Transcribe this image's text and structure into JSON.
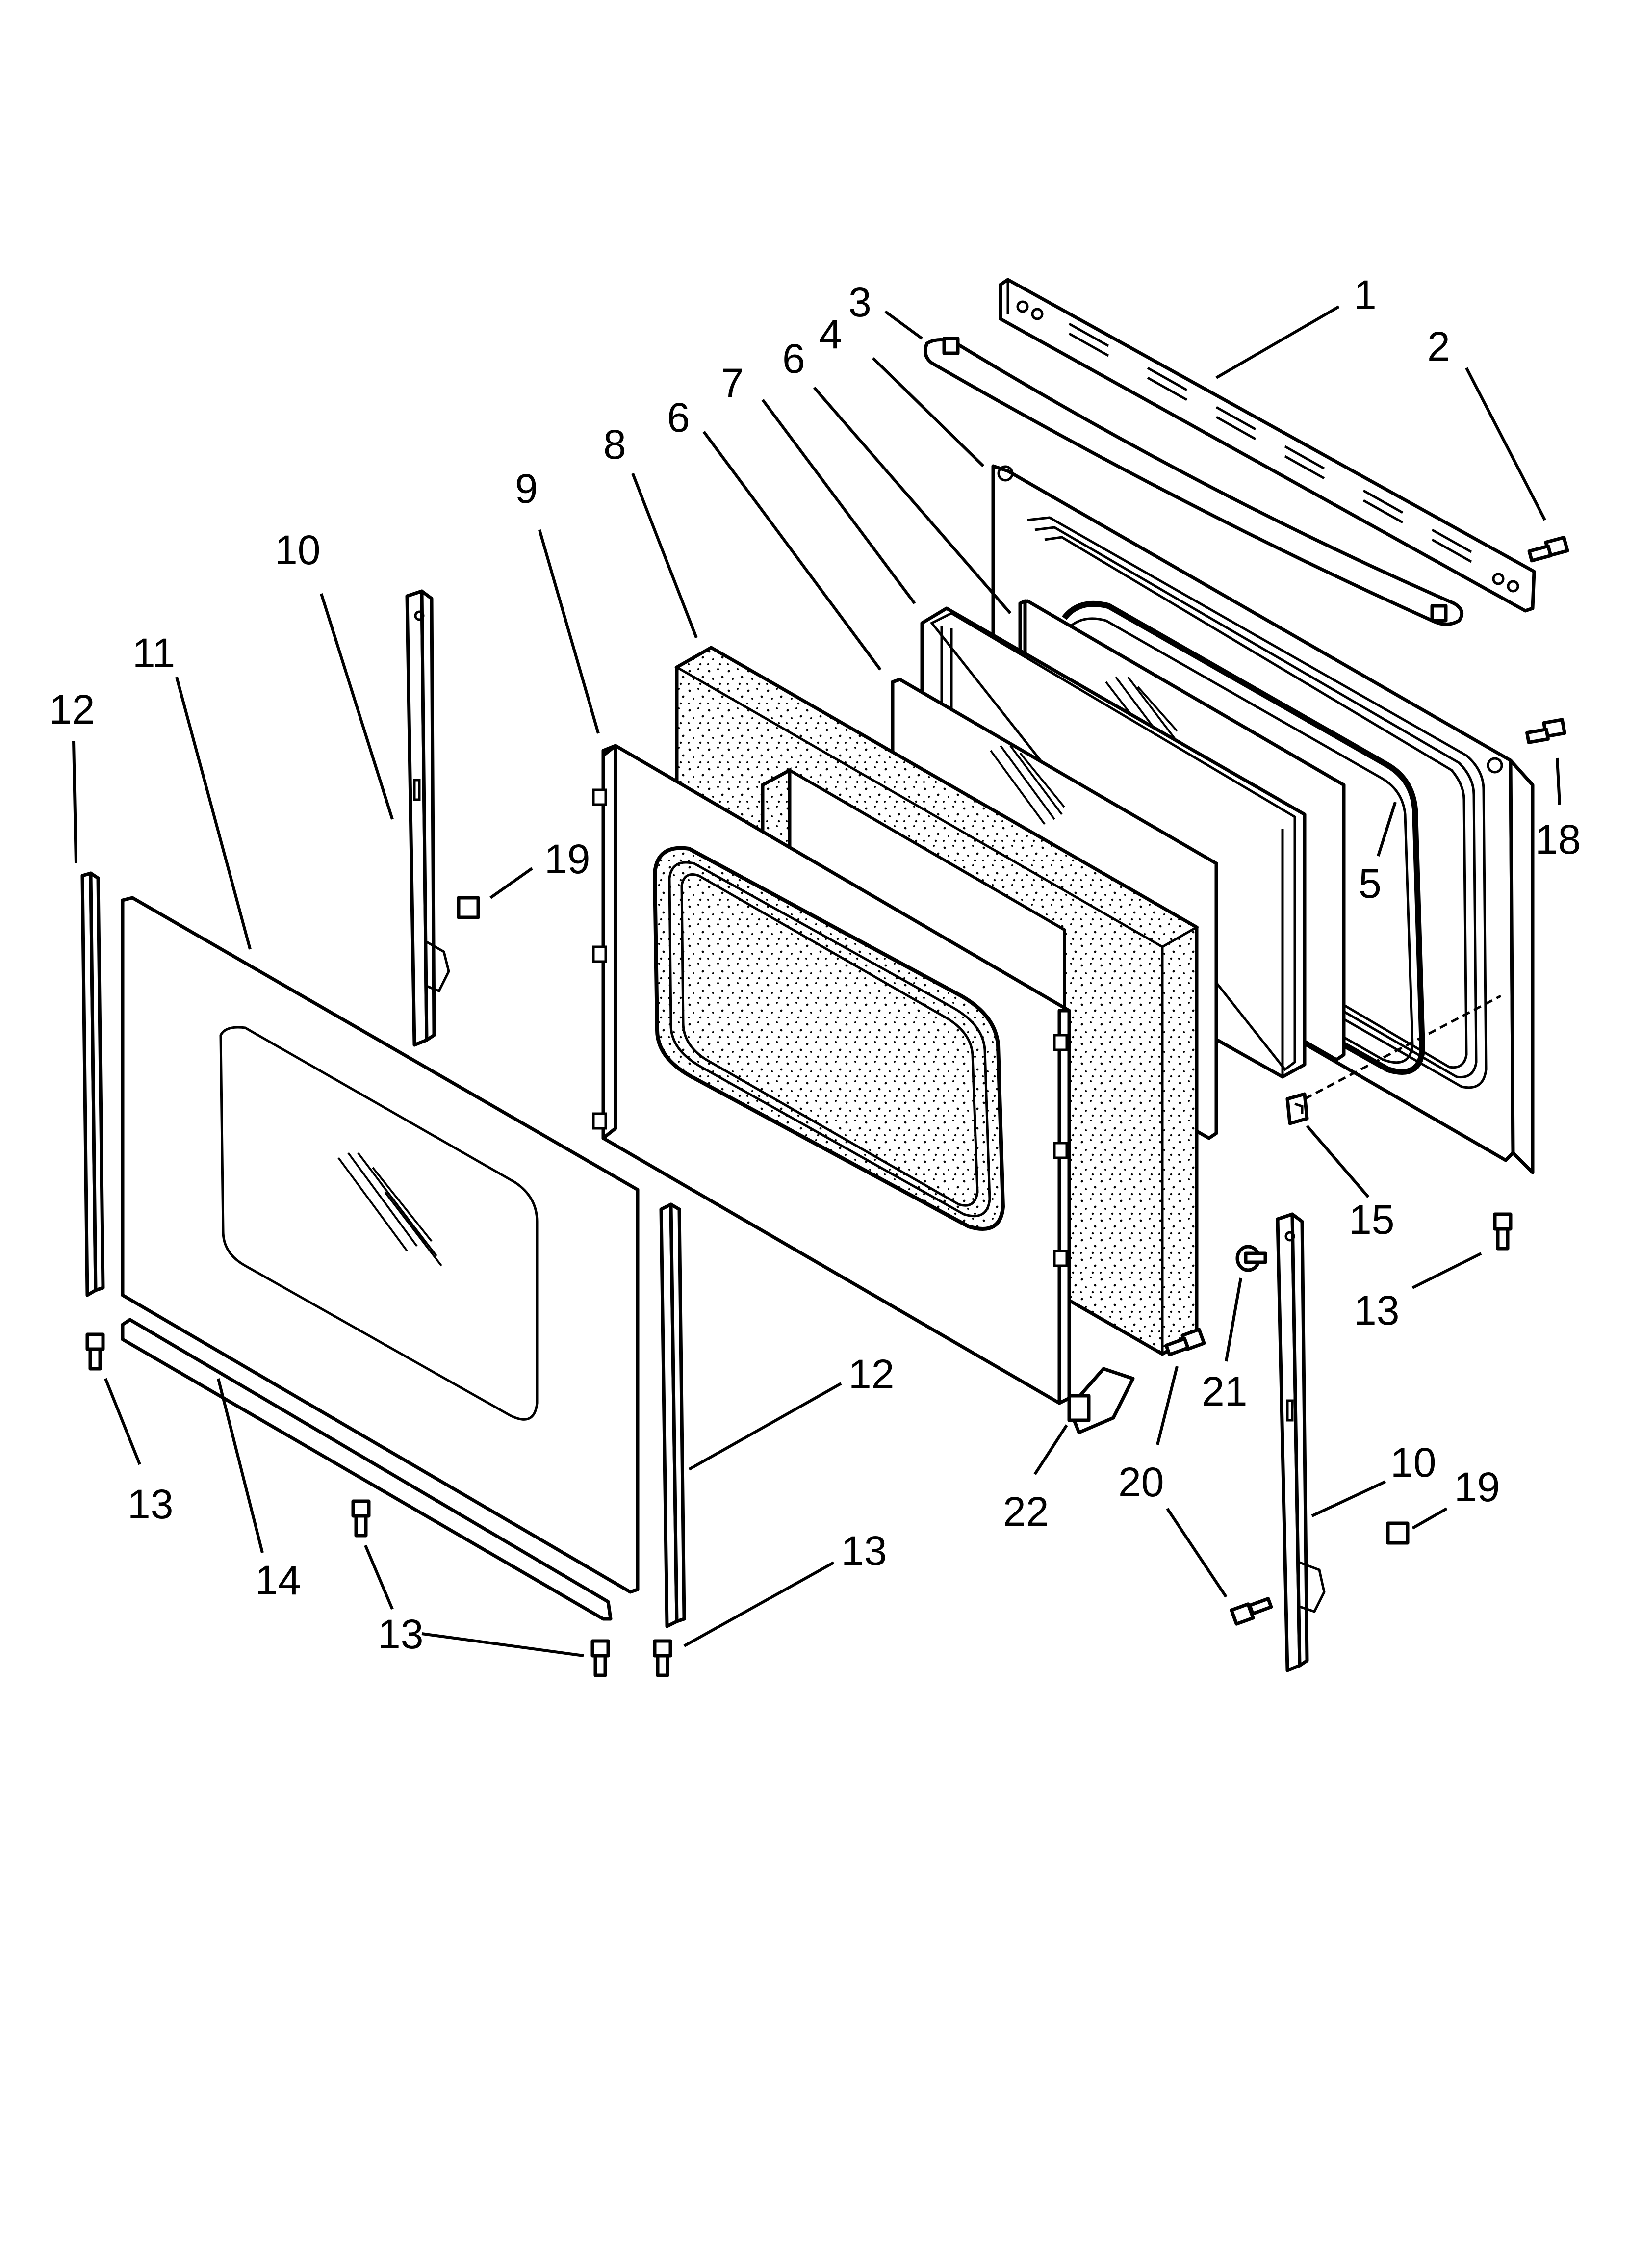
{
  "callouts": [
    {
      "label": "1"
    },
    {
      "label": "2"
    },
    {
      "label": "3"
    },
    {
      "label": "4"
    },
    {
      "label": "6"
    },
    {
      "label": "7"
    },
    {
      "label": "6"
    },
    {
      "label": "8"
    },
    {
      "label": "9"
    },
    {
      "label": "10"
    },
    {
      "label": "11"
    },
    {
      "label": "12"
    },
    {
      "label": "19"
    },
    {
      "label": "5"
    },
    {
      "label": "18"
    },
    {
      "label": "15"
    },
    {
      "label": "13"
    },
    {
      "label": "21"
    },
    {
      "label": "12"
    },
    {
      "label": "13"
    },
    {
      "label": "14"
    },
    {
      "label": "13"
    },
    {
      "label": "13"
    },
    {
      "label": "22"
    },
    {
      "label": "20"
    },
    {
      "label": "10"
    },
    {
      "label": "19"
    }
  ]
}
